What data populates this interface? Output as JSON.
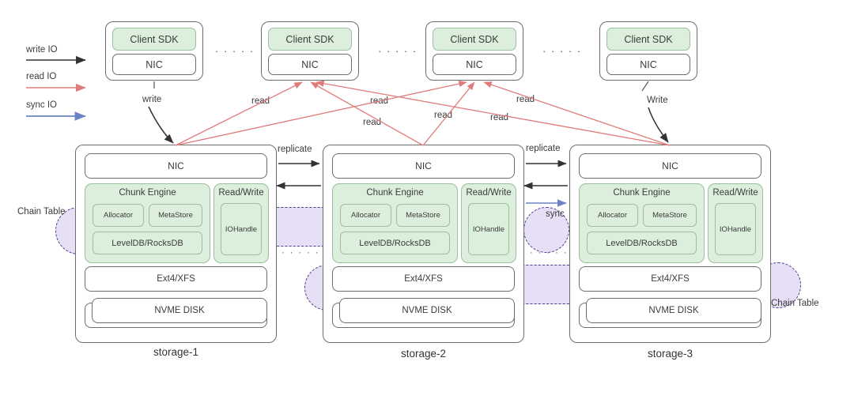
{
  "legend": {
    "items": [
      {
        "label": "write IO",
        "color": "#333333",
        "name": "write-io"
      },
      {
        "label": "read IO",
        "color": "#e07b7b",
        "name": "read-io"
      },
      {
        "label": "sync IO",
        "color": "#6d83c4",
        "name": "sync-io"
      }
    ]
  },
  "clients": [
    {
      "sdk": "Client SDK",
      "nic": "NIC"
    },
    {
      "sdk": "Client SDK",
      "nic": "NIC"
    },
    {
      "sdk": "Client SDK",
      "nic": "NIC"
    },
    {
      "sdk": "Client SDK",
      "nic": "NIC"
    }
  ],
  "client_separators": [
    "· · · · ·",
    "· · · · ·",
    "· · · · ·"
  ],
  "storage_nodes": [
    {
      "name": "storage-1",
      "nic": "NIC",
      "chunk_engine": {
        "title": "Chunk Engine",
        "allocator": "Allocator",
        "metastore": "MetaStore",
        "db": "LevelDB/RocksDB"
      },
      "read_write": {
        "title": "Read/Write",
        "iohandle": "IOHandle"
      },
      "filesystem": "Ext4/XFS",
      "disk": "NVME DISK"
    },
    {
      "name": "storage-2",
      "nic": "NIC",
      "chunk_engine": {
        "title": "Chunk Engine",
        "allocator": "Allocator",
        "metastore": "MetaStore",
        "db": "LevelDB/RocksDB"
      },
      "read_write": {
        "title": "Read/Write",
        "iohandle": "IOHandle"
      },
      "filesystem": "Ext4/XFS",
      "disk": "NVME DISK"
    },
    {
      "name": "storage-3",
      "nic": "NIC",
      "chunk_engine": {
        "title": "Chunk Engine",
        "allocator": "Allocator",
        "metastore": "MetaStore",
        "db": "LevelDB/RocksDB"
      },
      "read_write": {
        "title": "Read/Write",
        "iohandle": "IOHandle"
      },
      "filesystem": "Ext4/XFS",
      "disk": "NVME DISK"
    }
  ],
  "chain_tables": {
    "left_label": "Chain Table",
    "right_label": "Chain Table"
  },
  "edge_labels": {
    "write_left": "write",
    "write_right": "Write",
    "reads": [
      "read",
      "read",
      "read",
      "read",
      "read",
      "read"
    ],
    "replicate_1": "replicate",
    "replicate_2": "replicate",
    "sync": "sync"
  },
  "inter_node_dots": [
    "· · · · ·",
    "· · · · ·"
  ],
  "colors": {
    "green_fill": "#dcefdd",
    "green_border": "#9bbf9e",
    "box_border": "#6e6e6e",
    "chain_fill": "#e6dff5",
    "chain_border": "#4a3f8a",
    "read_arrow": "#e07b7b",
    "write_arrow": "#333333",
    "sync_arrow": "#6d83c4"
  }
}
